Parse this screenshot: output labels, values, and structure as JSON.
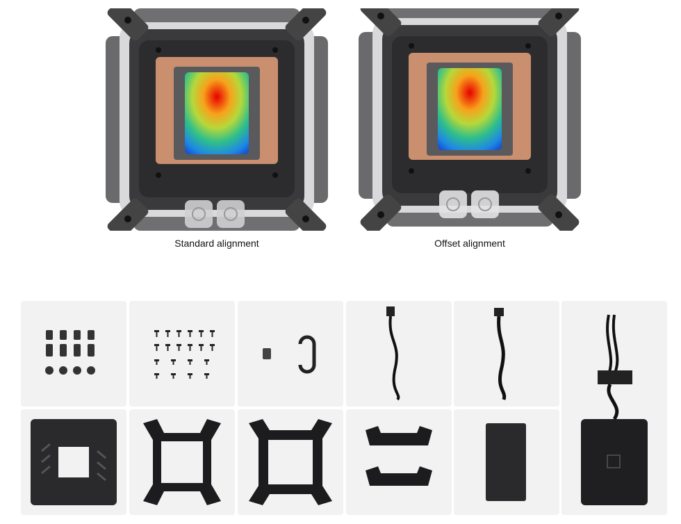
{
  "alignments": [
    {
      "label": "Standard alignment"
    },
    {
      "label": "Offset alignment"
    }
  ],
  "accessories": [
    {
      "name": "standoffs-and-nuts"
    },
    {
      "name": "screws"
    },
    {
      "name": "tool-and-clip"
    },
    {
      "name": "argb-cable"
    },
    {
      "name": "fan-cable"
    },
    {
      "name": "controller-hub"
    },
    {
      "name": "backplate"
    },
    {
      "name": "intel-bracket"
    },
    {
      "name": "intel-bracket-alt"
    },
    {
      "name": "amd-brackets"
    },
    {
      "name": "thermal-pad"
    }
  ],
  "colors": {
    "tile": "#f2f2f2",
    "metal": "#2e2e30",
    "copper": "#c98f6e"
  }
}
